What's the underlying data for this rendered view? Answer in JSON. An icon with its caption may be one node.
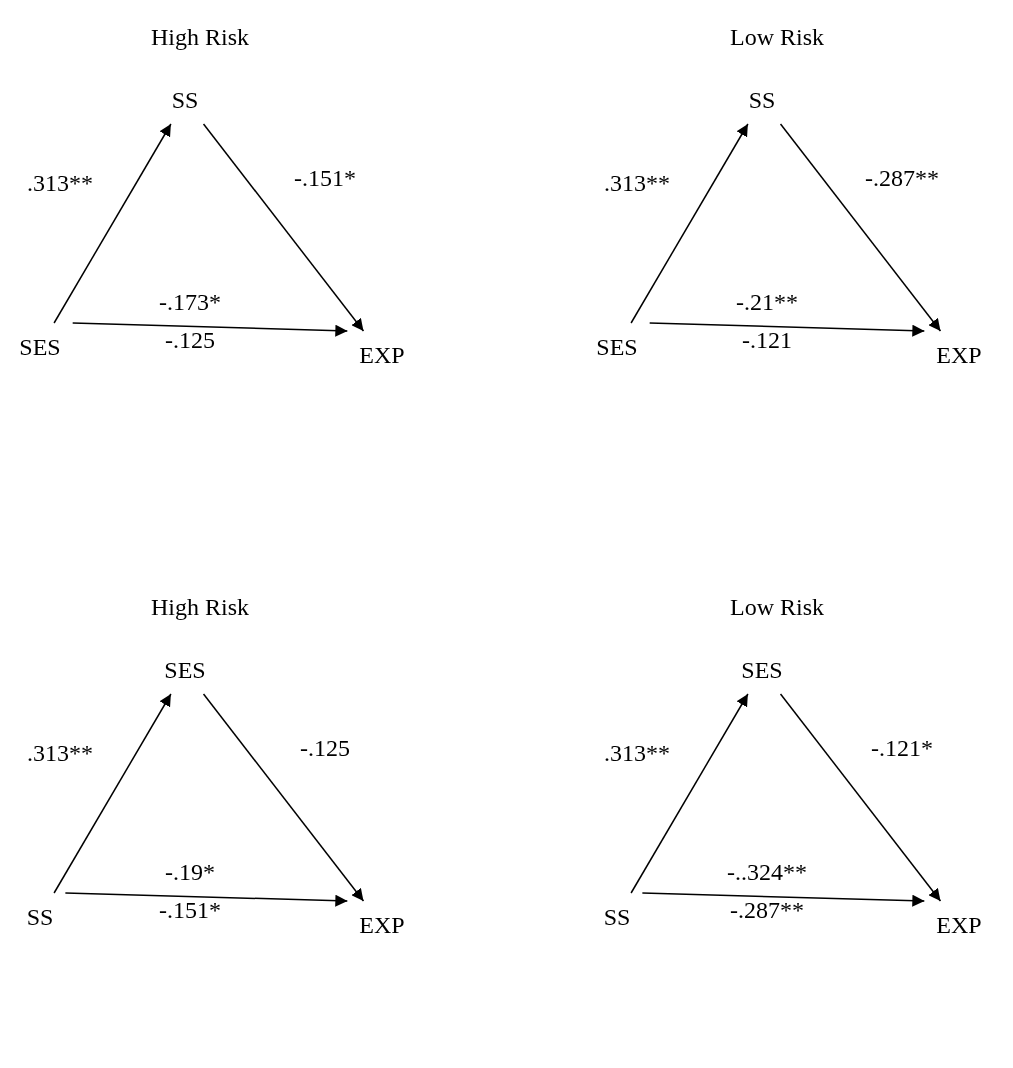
{
  "diagram": {
    "nodes": [
      {
        "text": [
          "SS"
        ]
      },
      {
        "text": [
          "SES"
        ]
      },
      {
        "text": [
          "EXP"
        ]
      },
      {
        "text": [
          "SS"
        ]
      },
      {
        "text": [
          "SES"
        ]
      },
      {
        "text": [
          "EXP"
        ]
      },
      {
        "text": [
          "SES"
        ]
      },
      {
        "text": [
          "SS"
        ]
      },
      {
        "text": [
          "EXP"
        ]
      },
      {
        "text": [
          "SES"
        ]
      },
      {
        "text": [
          "SS"
        ]
      },
      {
        "text": [
          "EXP"
        ]
      }
    ],
    "edges": [
      {
        "from": 1,
        "to": 0,
        "arrow": "to",
        "label": ".313**"
      },
      {
        "from": 0,
        "to": 2,
        "arrow": "to",
        "label": "-.151*"
      },
      {
        "from": 1,
        "to": 2,
        "arrow": "to",
        "label": "-.173*"
      },
      {
        "from": 4,
        "to": 3,
        "arrow": "to",
        "label": ".313**"
      },
      {
        "from": 3,
        "to": 5,
        "arrow": "to",
        "label": "-.287**"
      },
      {
        "from": 4,
        "to": 5,
        "arrow": "to",
        "label": "-.21**"
      },
      {
        "from": 7,
        "to": 6,
        "arrow": "to",
        "label": ".313**"
      },
      {
        "from": 6,
        "to": 8,
        "arrow": "to",
        "label": "-.125"
      },
      {
        "from": 7,
        "to": 8,
        "arrow": "to",
        "label": "-.19*"
      },
      {
        "from": 10,
        "to": 9,
        "arrow": "to",
        "label": ".313**"
      },
      {
        "from": 9,
        "to": 11,
        "arrow": "to",
        "label": "-.121*"
      },
      {
        "from": 10,
        "to": 11,
        "arrow": "to",
        "label": "-..324**"
      }
    ],
    "labels": [
      "High Risk",
      "Low Risk",
      "-.125",
      "-.121",
      "High Risk",
      "Low Risk",
      "-.151*",
      "-.287**"
    ]
  }
}
